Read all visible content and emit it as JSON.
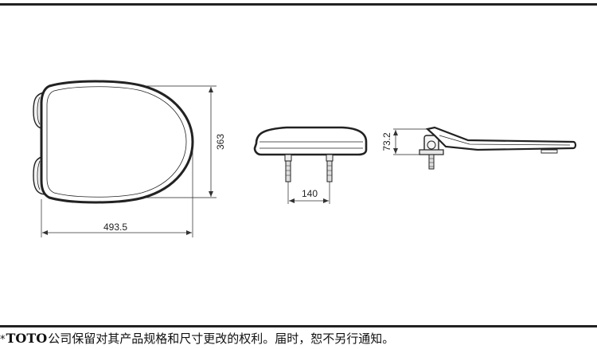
{
  "dimensions": {
    "top_view_length": "493.5",
    "top_view_width": "363",
    "side_view_spacing": "140",
    "end_view_height": "73.2"
  },
  "footer": {
    "prefix": "*",
    "brand": "TOTO",
    "notice": "公司保留对其产品规格和尺寸更改的权利。届时，恕不另行通知。"
  }
}
